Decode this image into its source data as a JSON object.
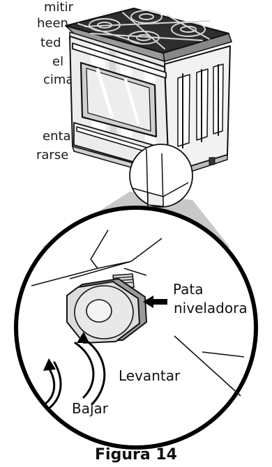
{
  "text_fragments": [
    "mitir",
    "heen",
    "ted",
    "el",
    "cima",
    "entar",
    "rarse"
  ],
  "labels": {
    "leg": [
      "Pata",
      "niveladora"
    ],
    "raise": "Levantar",
    "lower": "Bajar"
  },
  "caption": "Figura 14"
}
